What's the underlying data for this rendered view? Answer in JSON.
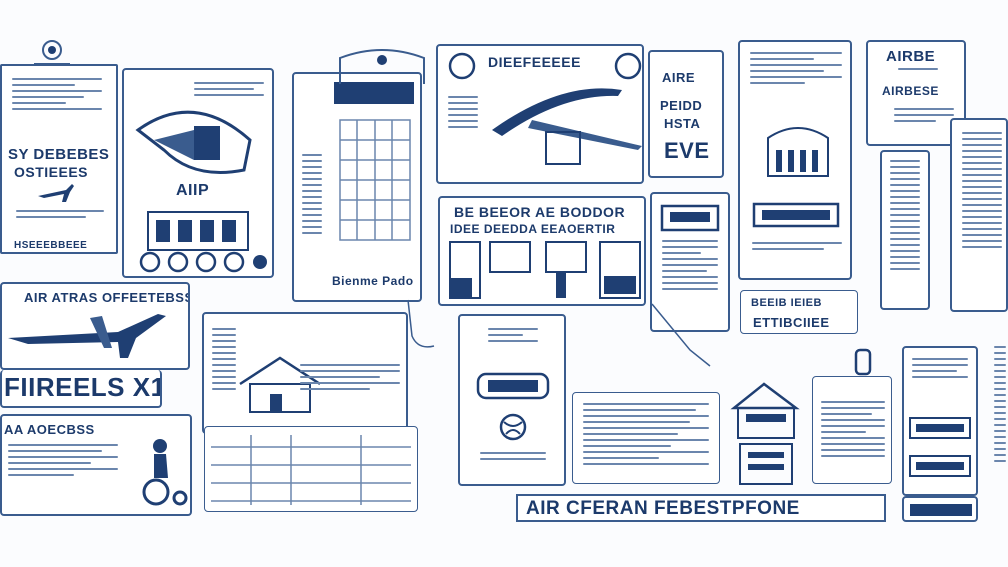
{
  "colors": {
    "ink": "#1f3f73",
    "line": "#3a5c8e",
    "paper": "#ffffff",
    "background": "#fbfcfe"
  },
  "texts": {
    "left_card_heading": "SY DEBEBES",
    "left_card_sub": "OSTIEEES",
    "airport_word": "AIIP",
    "upper_left_footer": "HSEEEBBEEE",
    "mid_doc_caption": "Bienme Pado",
    "header_banner": "DIEEFEEEEE",
    "right_card_title": "AIRBE",
    "right_card_sub": "AIRBESE",
    "stacked_a": "AIRE",
    "stacked_b": "PEIDD",
    "stacked_c": "HSTA",
    "stacked_d": "EVE",
    "plane_strip_label": "AIR ATRAS OFFEETEBSS",
    "fireels_title": "FIIREELS X1",
    "wheelchair_card_title": "AA AOECBSS",
    "center_header": "BE BEEOR AE BODDOR",
    "center_sub": "IDEE DEEDDA EEAOERTIR",
    "right_mid_footer_a": "BEEIB IEIEB",
    "right_mid_footer_b": "ETTIBCIIEE",
    "bottom_banner": "AIR CFERAN FEBESTPFONE"
  }
}
